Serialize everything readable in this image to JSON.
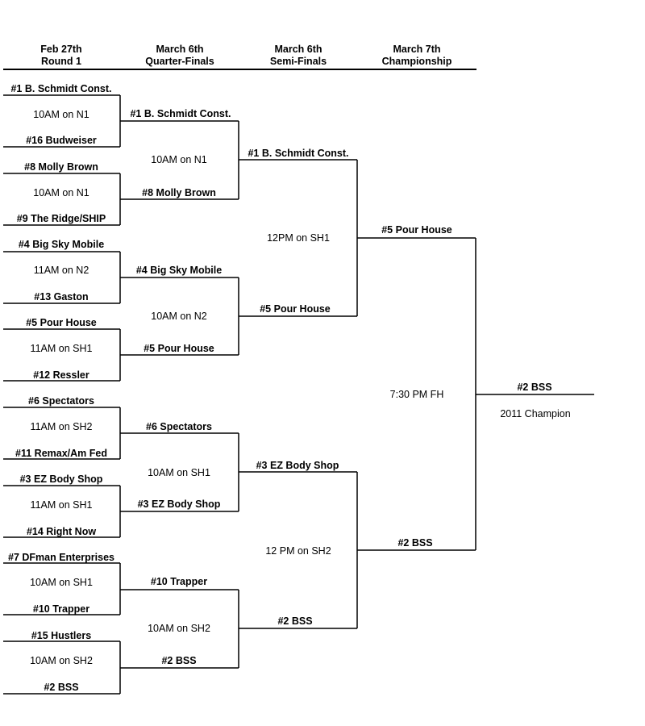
{
  "headers": [
    {
      "date": "Feb 27th",
      "round": "Round 1"
    },
    {
      "date": "March 6th",
      "round": "Quarter-Finals"
    },
    {
      "date": "March 6th",
      "round": "Semi-Finals"
    },
    {
      "date": "March 7th",
      "round": "Championship"
    }
  ],
  "round1": {
    "teams": [
      "#1 B. Schmidt Const.",
      "#16 Budweiser",
      "#8 Molly Brown",
      "#9 The Ridge/SHIP",
      "#4 Big Sky Mobile",
      "#13 Gaston",
      "#5 Pour House",
      "#12 Ressler",
      "#6 Spectators",
      "#11 Remax/Am Fed",
      "#3 EZ Body Shop",
      "#14 Right Now",
      "#7 DFman Enterprises",
      "#10 Trapper",
      "#15 Hustlers",
      "#2 BSS"
    ],
    "times": [
      "10AM on N1",
      "10AM on N1",
      "11AM on N2",
      "11AM on SH1",
      "11AM on SH2",
      "11AM on SH1",
      "10AM on SH1",
      "10AM on SH2"
    ]
  },
  "quarterfinals": {
    "teams": [
      "#1 B. Schmidt Const.",
      "#8 Molly Brown",
      "#4 Big Sky Mobile",
      "#5 Pour House",
      "#6 Spectators",
      "#3 EZ Body Shop",
      "#10 Trapper",
      "#2 BSS"
    ],
    "times": [
      "10AM on N1",
      "10AM on N2",
      "10AM on SH1",
      "10AM on SH2"
    ]
  },
  "semifinals": {
    "teams": [
      "#1 B. Schmidt Const.",
      "#5 Pour House",
      "#3 EZ Body Shop",
      "#2 BSS"
    ],
    "times": [
      "12PM on SH1",
      "12 PM on SH2"
    ]
  },
  "championship": {
    "teams": [
      "#5 Pour House",
      "#2 BSS"
    ],
    "time": "7:30 PM FH"
  },
  "champion": {
    "team": "#2 BSS",
    "label": "2011 Champion"
  }
}
